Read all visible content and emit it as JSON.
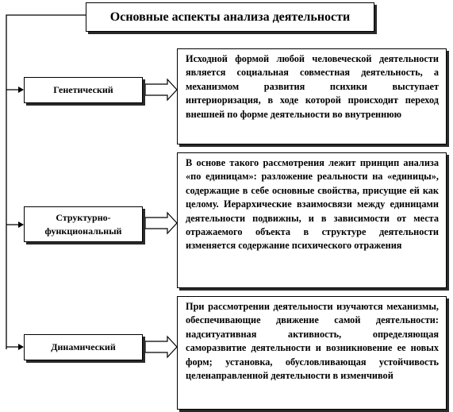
{
  "diagram": {
    "title": "Основные аспекты анализа деятельности",
    "aspects": [
      {
        "label": "Генетический",
        "description": "Исходной формой любой человеческой деятельности является социальная совместная деятельность, а механизмом развития психики выступает интериоризация, в ходе которой происходит переход внешней по форме деятельности во внутреннюю"
      },
      {
        "label": "Структурно-функциональный",
        "description": "В основе такого рассмотрения лежит принцип анализа «по единицам»: разложение реальности на «единицы», содержащие в себе основные свойства, присущие ей как целому. Иерархические взаимосвязи между единицами деятельности подвижны, и в зависимости от места отражаемого объекта в структуре деятельности изменяется содержание психического отражения"
      },
      {
        "label": "Динамический",
        "description": "При рассмотрении деятельности изучаются механизмы, обеспечивающие движение самой деятельности: надситуативная активность, определяющая саморазвитие деятельности и возникновение ее новых форм; установка, обусловливающая устойчивость целенаправленной деятельности в изменчивой"
      }
    ]
  }
}
